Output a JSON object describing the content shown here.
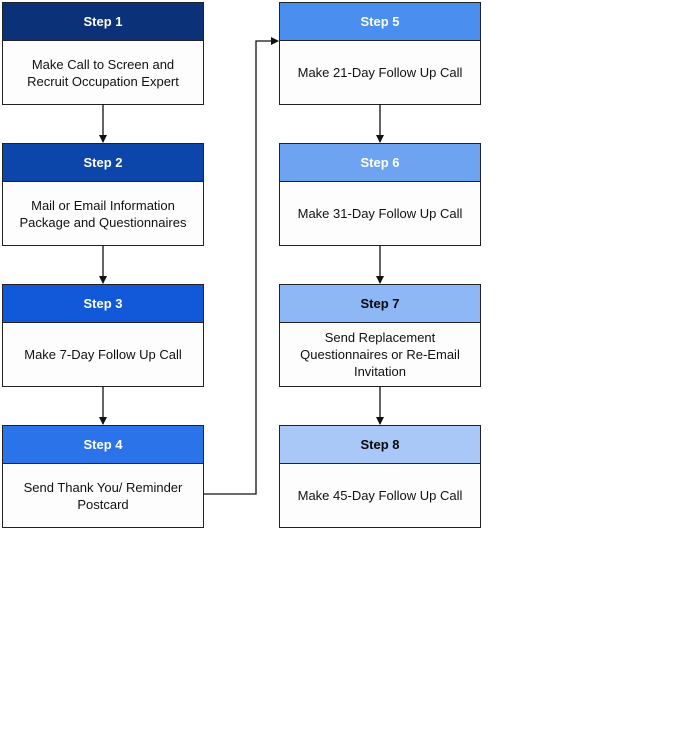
{
  "steps": [
    {
      "header": "Step 1",
      "body": "Make Call to Screen and Recruit Occupation Expert",
      "header_color": "#0b3179",
      "header_text_color": "#ffffff"
    },
    {
      "header": "Step 2",
      "body": "Mail or Email Information Package and Questionnaires",
      "header_color": "#0d46ab",
      "header_text_color": "#ffffff"
    },
    {
      "header": "Step 3",
      "body": "Make 7-Day Follow Up Call",
      "header_color": "#1159d9",
      "header_text_color": "#ffffff"
    },
    {
      "header": "Step 4",
      "body": "Send Thank You/ Reminder Postcard",
      "header_color": "#2b73e8",
      "header_text_color": "#ffffff"
    },
    {
      "header": "Step 5",
      "body": "Make 21-Day Follow Up Call",
      "header_color": "#4a8ef0",
      "header_text_color": "#ffffff"
    },
    {
      "header": "Step 6",
      "body": "Make 31-Day Follow Up Call",
      "header_color": "#6ea3f2",
      "header_text_color": "#ffffff"
    },
    {
      "header": "Step 7",
      "body": "Send Replacement Questionnaires or Re-Email Invitation",
      "header_color": "#8db7f5",
      "header_text_color": "#0a0a0a"
    },
    {
      "header": "Step 8",
      "body": "Make 45-Day Follow Up Call",
      "header_color": "#a9c8f7",
      "header_text_color": "#0a0a0a"
    }
  ]
}
